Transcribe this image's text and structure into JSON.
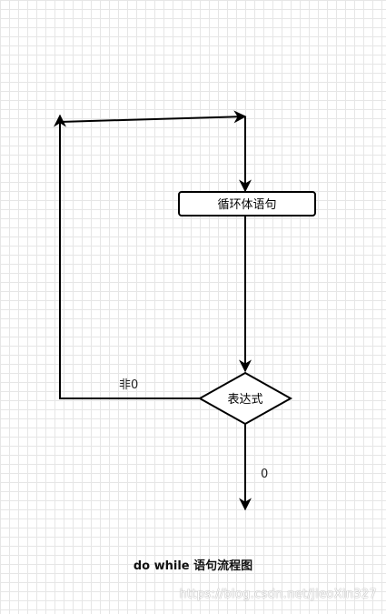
{
  "diagram": {
    "nodes": {
      "loop_body": "循环体语句",
      "expression": "表达式"
    },
    "edges": {
      "nonzero_label": "非0",
      "zero_label": "0"
    }
  },
  "caption": "do while 语句流程图",
  "watermark": "https://blog.csdn.net/JieoXin327"
}
